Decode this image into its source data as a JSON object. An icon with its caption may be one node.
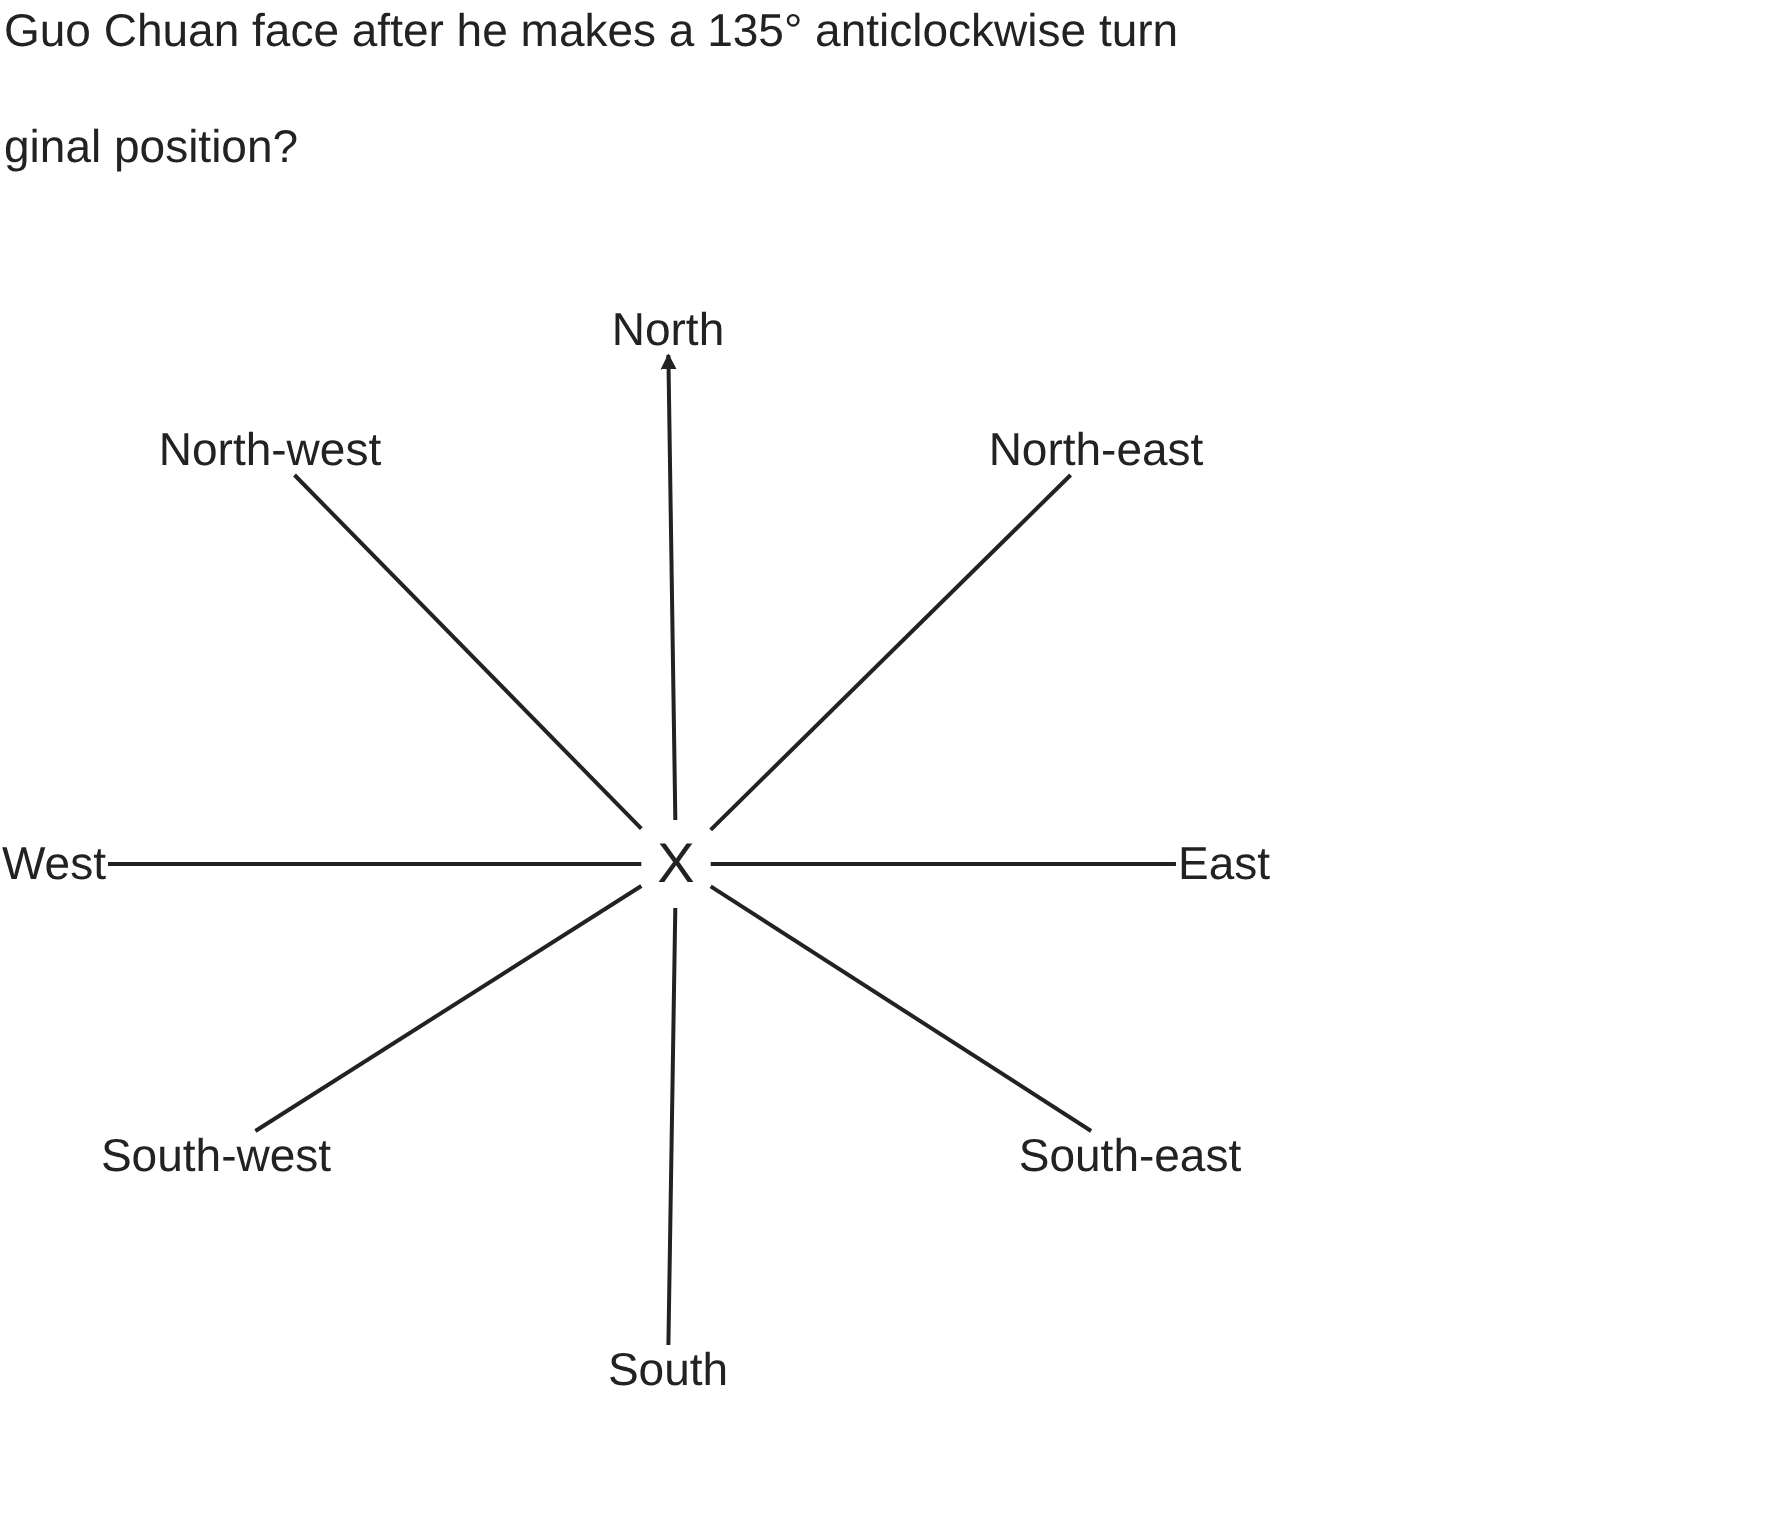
{
  "diagram": {
    "nodes": [
      {
        "text": [
          "X"
        ]
      },
      {
        "text": [
          "North"
        ]
      },
      {
        "text": [
          "North-west"
        ]
      },
      {
        "text": [
          "North-east"
        ]
      },
      {
        "text": [
          "West"
        ]
      },
      {
        "text": [
          "East"
        ]
      },
      {
        "text": [
          "South-west"
        ]
      },
      {
        "text": [
          "South-east"
        ]
      },
      {
        "text": [
          "South"
        ]
      }
    ],
    "edges": [
      {
        "from": 0,
        "to": 1,
        "arrow": "to"
      },
      {
        "from": 0,
        "to": 2,
        "arrow": "none"
      },
      {
        "from": 0,
        "to": 3,
        "arrow": "none"
      },
      {
        "from": 0,
        "to": 4,
        "arrow": "none"
      },
      {
        "from": 0,
        "to": 5,
        "arrow": "none"
      },
      {
        "from": 0,
        "to": 6,
        "arrow": "none"
      },
      {
        "from": 0,
        "to": 7,
        "arrow": "none"
      },
      {
        "from": 0,
        "to": 8,
        "arrow": "none"
      }
    ],
    "labels": [
      "Guo Chuan face after he makes a 135° anticlockwise turn",
      "ginal position?"
    ]
  }
}
